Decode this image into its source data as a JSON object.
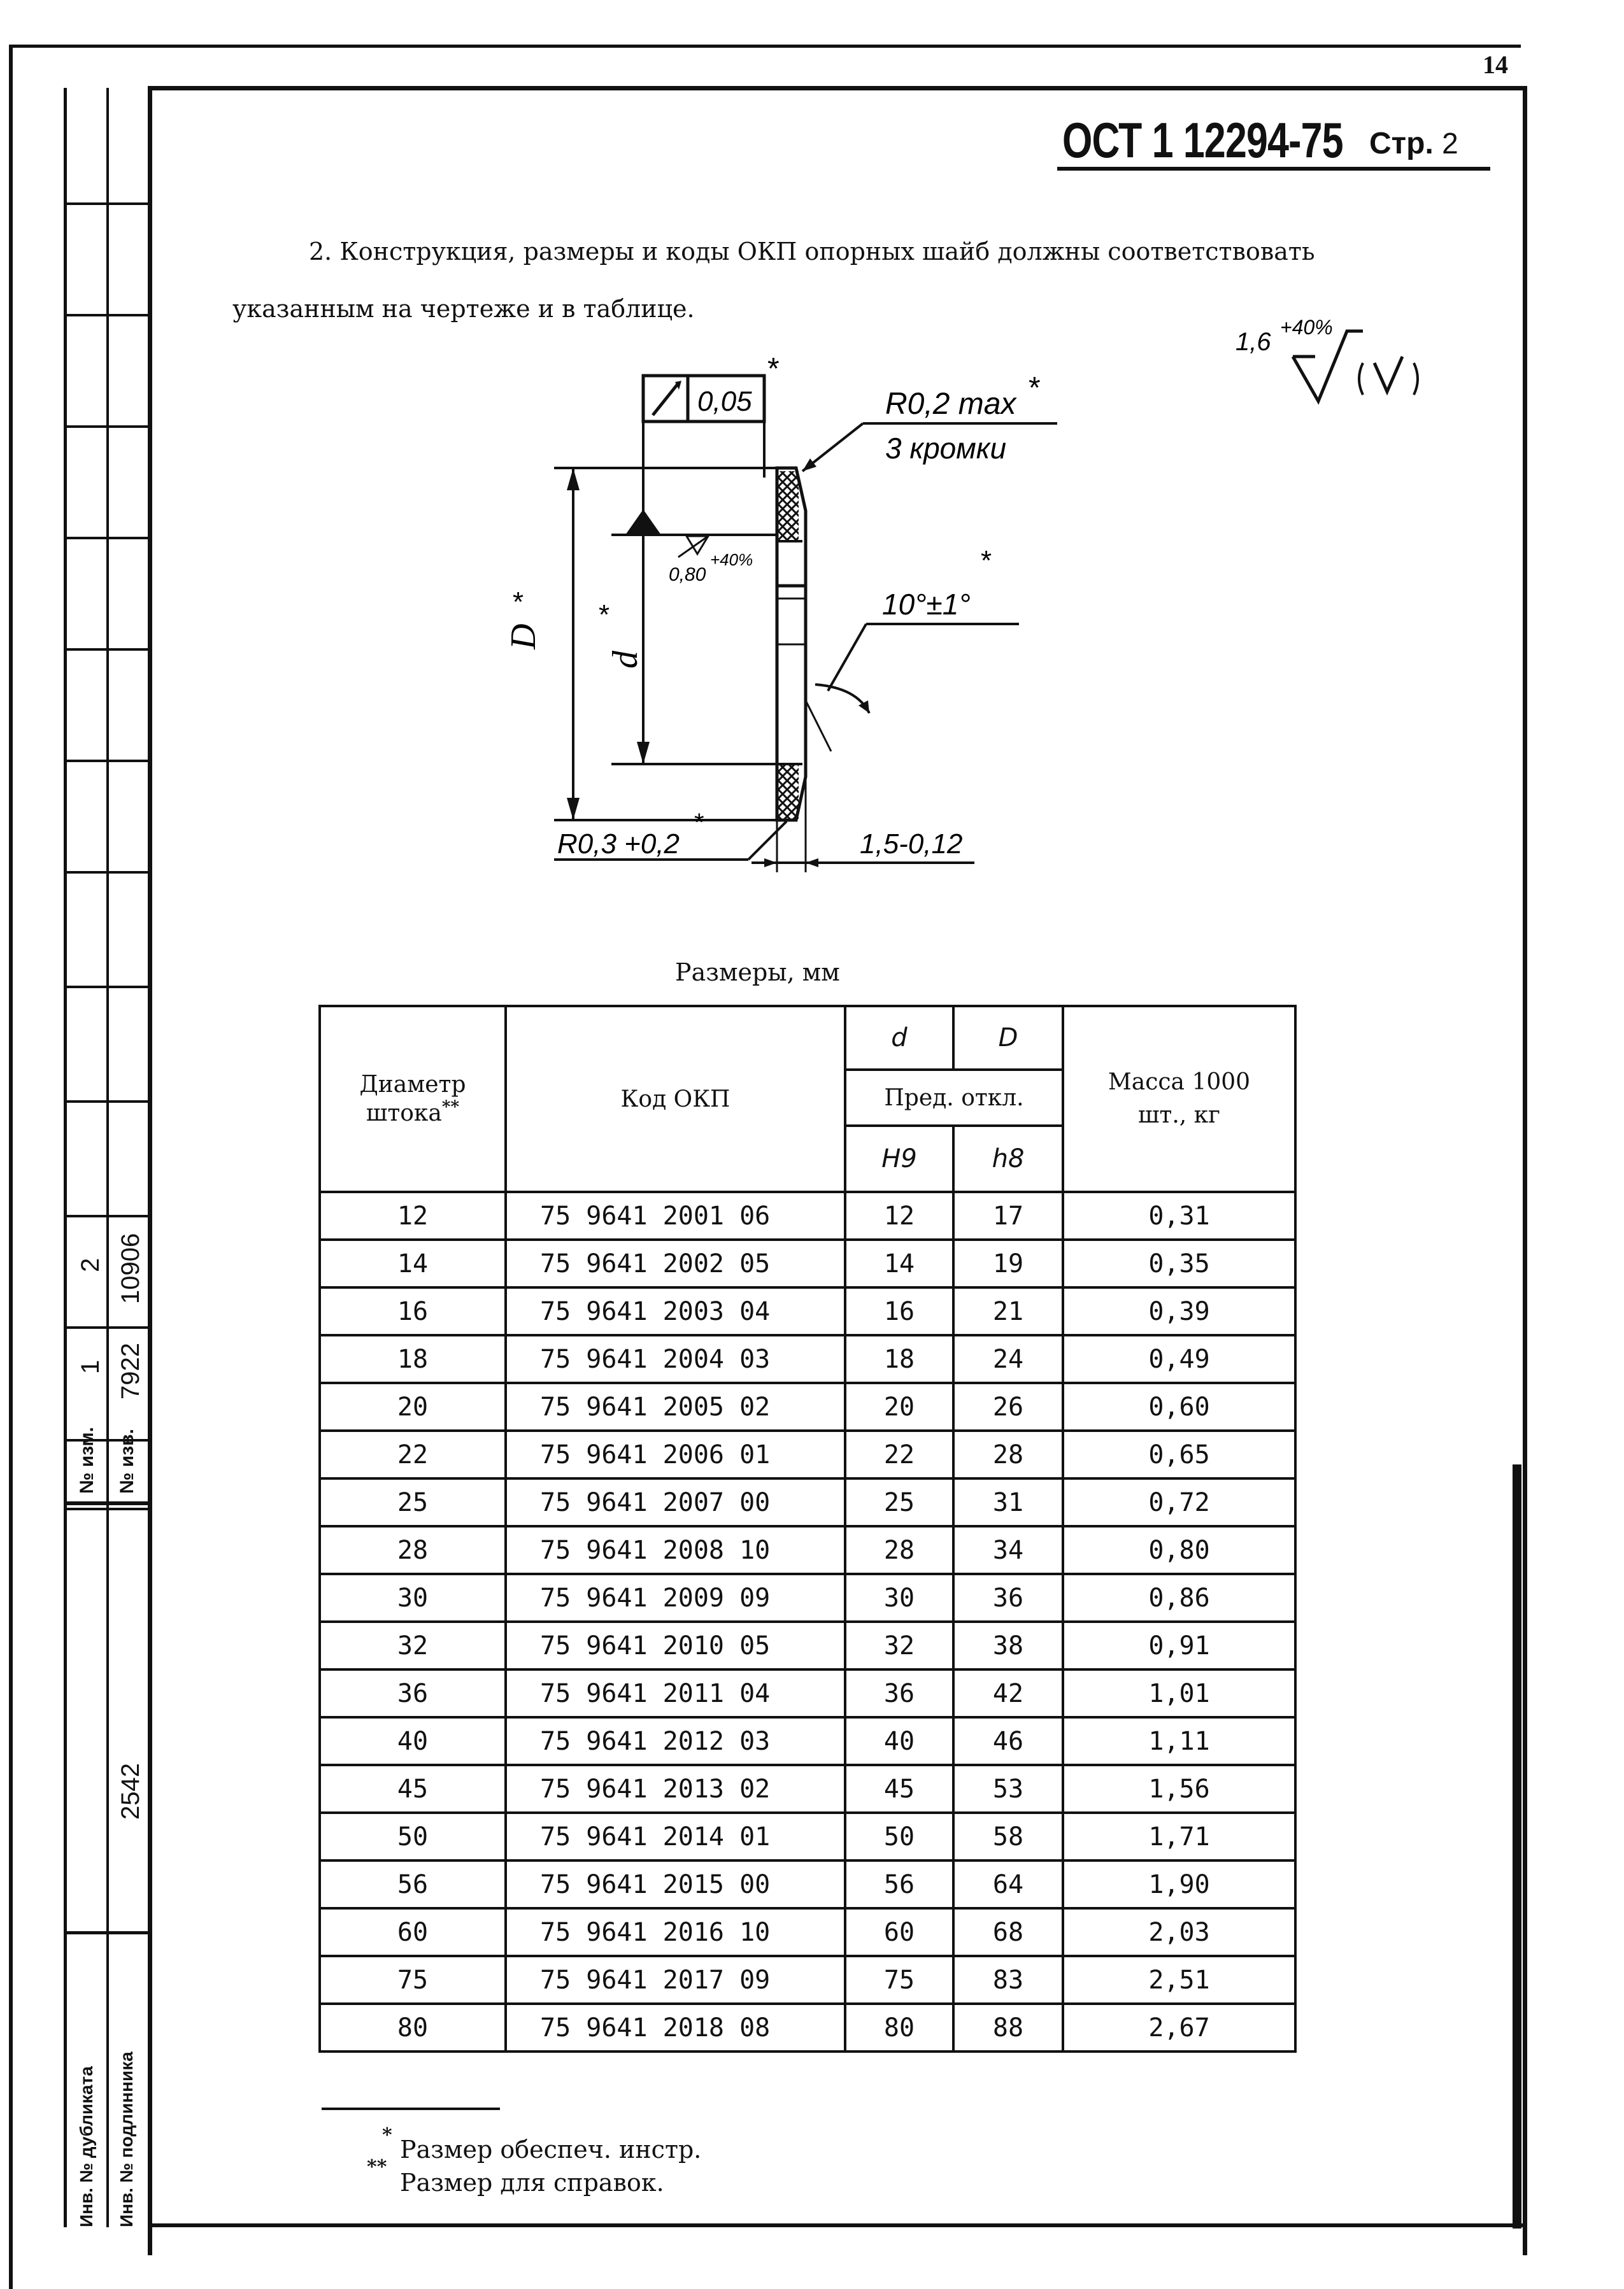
{
  "page_number": "14",
  "header": {
    "doc_code": "ОСТ 1 12294-75",
    "page_label": "Стр.",
    "page_num": "2"
  },
  "paragraph": {
    "line1": "2. Конструкция, размеры и коды ОКП опорных шайб должны соответствовать",
    "line2": "указанным на чертеже и в таблице."
  },
  "drawing": {
    "tolerance": "0,05",
    "star": "*",
    "edge_radius": "R0,2 max",
    "edges": "3 кромки",
    "roughness_inner": "0,80",
    "roughness_inner_pct": "+40%",
    "angle": "10°±1°",
    "outer_dim": "D",
    "inner_dim": "d",
    "corner_radius": "R0,3 +0,2",
    "thickness": "1,5-0,12"
  },
  "roughness_mark": {
    "value": "1,6",
    "pct": "+40%"
  },
  "table": {
    "caption": "Размеры, мм",
    "headers": {
      "diameter": "Диаметр штока",
      "diameter_mark": "**",
      "code": "Код ОКП",
      "d": "d",
      "D": "D",
      "tol": "Пред. откл.",
      "h9": "H9",
      "h8": "h8",
      "mass": "Масса 1000 шт., кг"
    },
    "rows": [
      [
        "12",
        "75 9641 2001 06",
        "12",
        "17",
        "0,31"
      ],
      [
        "14",
        "75 9641 2002 05",
        "14",
        "19",
        "0,35"
      ],
      [
        "16",
        "75 9641 2003 04",
        "16",
        "21",
        "0,39"
      ],
      [
        "18",
        "75 9641 2004 03",
        "18",
        "24",
        "0,49"
      ],
      [
        "20",
        "75 9641 2005 02",
        "20",
        "26",
        "0,60"
      ],
      [
        "22",
        "75 9641 2006 01",
        "22",
        "28",
        "0,65"
      ],
      [
        "25",
        "75 9641 2007 00",
        "25",
        "31",
        "0,72"
      ],
      [
        "28",
        "75 9641 2008 10",
        "28",
        "34",
        "0,80"
      ],
      [
        "30",
        "75 9641 2009 09",
        "30",
        "36",
        "0,86"
      ],
      [
        "32",
        "75 9641 2010 05",
        "32",
        "38",
        "0,91"
      ],
      [
        "36",
        "75 9641 2011 04",
        "36",
        "42",
        "1,01"
      ],
      [
        "40",
        "75 9641 2012 03",
        "40",
        "46",
        "1,11"
      ],
      [
        "45",
        "75 9641 2013 02",
        "45",
        "53",
        "1,56"
      ],
      [
        "50",
        "75 9641 2014 01",
        "50",
        "58",
        "1,71"
      ],
      [
        "56",
        "75 9641 2015 00",
        "56",
        "64",
        "1,90"
      ],
      [
        "60",
        "75 9641 2016 10",
        "60",
        "68",
        "2,03"
      ],
      [
        "75",
        "75 9641 2017 09",
        "75",
        "83",
        "2,51"
      ],
      [
        "80",
        "75 9641 2018 08",
        "80",
        "88",
        "2,67"
      ]
    ]
  },
  "footnotes": {
    "mark1": "*",
    "note1": "Размер обеспеч. инстр.",
    "mark2": "**",
    "note2": "Размер для справок."
  },
  "stamp": {
    "change_label": "№ изм.",
    "notice_label": "№ изв.",
    "change_1": "1",
    "change_2": "2",
    "notice_1": "7922",
    "notice_2": "10906",
    "inv_number": "2542",
    "inv_dup_label": "Инв. № дубликата",
    "inv_orig_label": "Инв. № подлинника"
  }
}
